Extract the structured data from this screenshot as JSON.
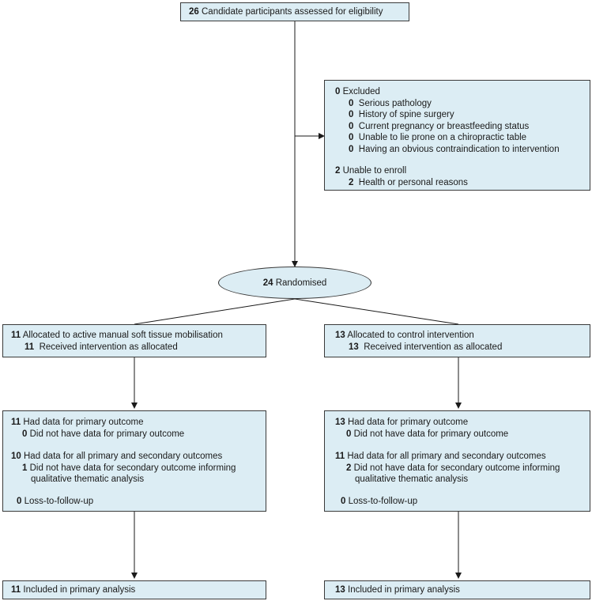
{
  "top": {
    "n": "26",
    "text": "Candidate participants assessed for eligibility"
  },
  "excluded": {
    "n": "0",
    "label": "Excluded",
    "items": [
      {
        "n": "0",
        "text": "Serious pathology"
      },
      {
        "n": "0",
        "text": "History of spine surgery"
      },
      {
        "n": "0",
        "text": "Current pregnancy or breastfeeding status"
      },
      {
        "n": "0",
        "text": "Unable to lie prone on a chiropractic table"
      },
      {
        "n": "0",
        "text": "Having an obvious contraindication to intervention"
      }
    ],
    "enroll_n": "2",
    "enroll_label": "Unable to enroll",
    "enroll_item": {
      "n": "2",
      "text": "Health or personal reasons"
    }
  },
  "randomised": {
    "n": "24",
    "text": "Randomised"
  },
  "left": {
    "alloc": {
      "n": "11",
      "text": "Allocated to active manual soft tissue mobilisation",
      "sub_n": "11",
      "sub_text": "Received intervention as allocated"
    },
    "data": {
      "had_primary_n": "11",
      "had_primary": "Had data for primary outcome",
      "no_primary_n": "0",
      "no_primary": "Did not have data for primary outcome",
      "had_all_n": "10",
      "had_all": "Had data for all primary and secondary outcomes",
      "no_secondary_n": "1",
      "no_secondary_1": "Did not have data for secondary outcome informing",
      "no_secondary_2": "qualitative thematic analysis",
      "loss_n": "0",
      "loss": "Loss-to-follow-up"
    },
    "analysis": {
      "n": "11",
      "text": "Included in primary analysis"
    }
  },
  "right": {
    "alloc": {
      "n": "13",
      "text": "Allocated to control intervention",
      "sub_n": "13",
      "sub_text": "Received intervention as allocated"
    },
    "data": {
      "had_primary_n": "13",
      "had_primary": "Had data for primary outcome",
      "no_primary_n": "0",
      "no_primary": "Did not have data for primary outcome",
      "had_all_n": "11",
      "had_all": "Had data for all primary and secondary outcomes",
      "no_secondary_n": "2",
      "no_secondary_1": "Did not have data for secondary outcome informing",
      "no_secondary_2": "qualitative thematic analysis",
      "loss_n": "0",
      "loss": "Loss-to-follow-up"
    },
    "analysis": {
      "n": "13",
      "text": "Included in primary analysis"
    }
  }
}
